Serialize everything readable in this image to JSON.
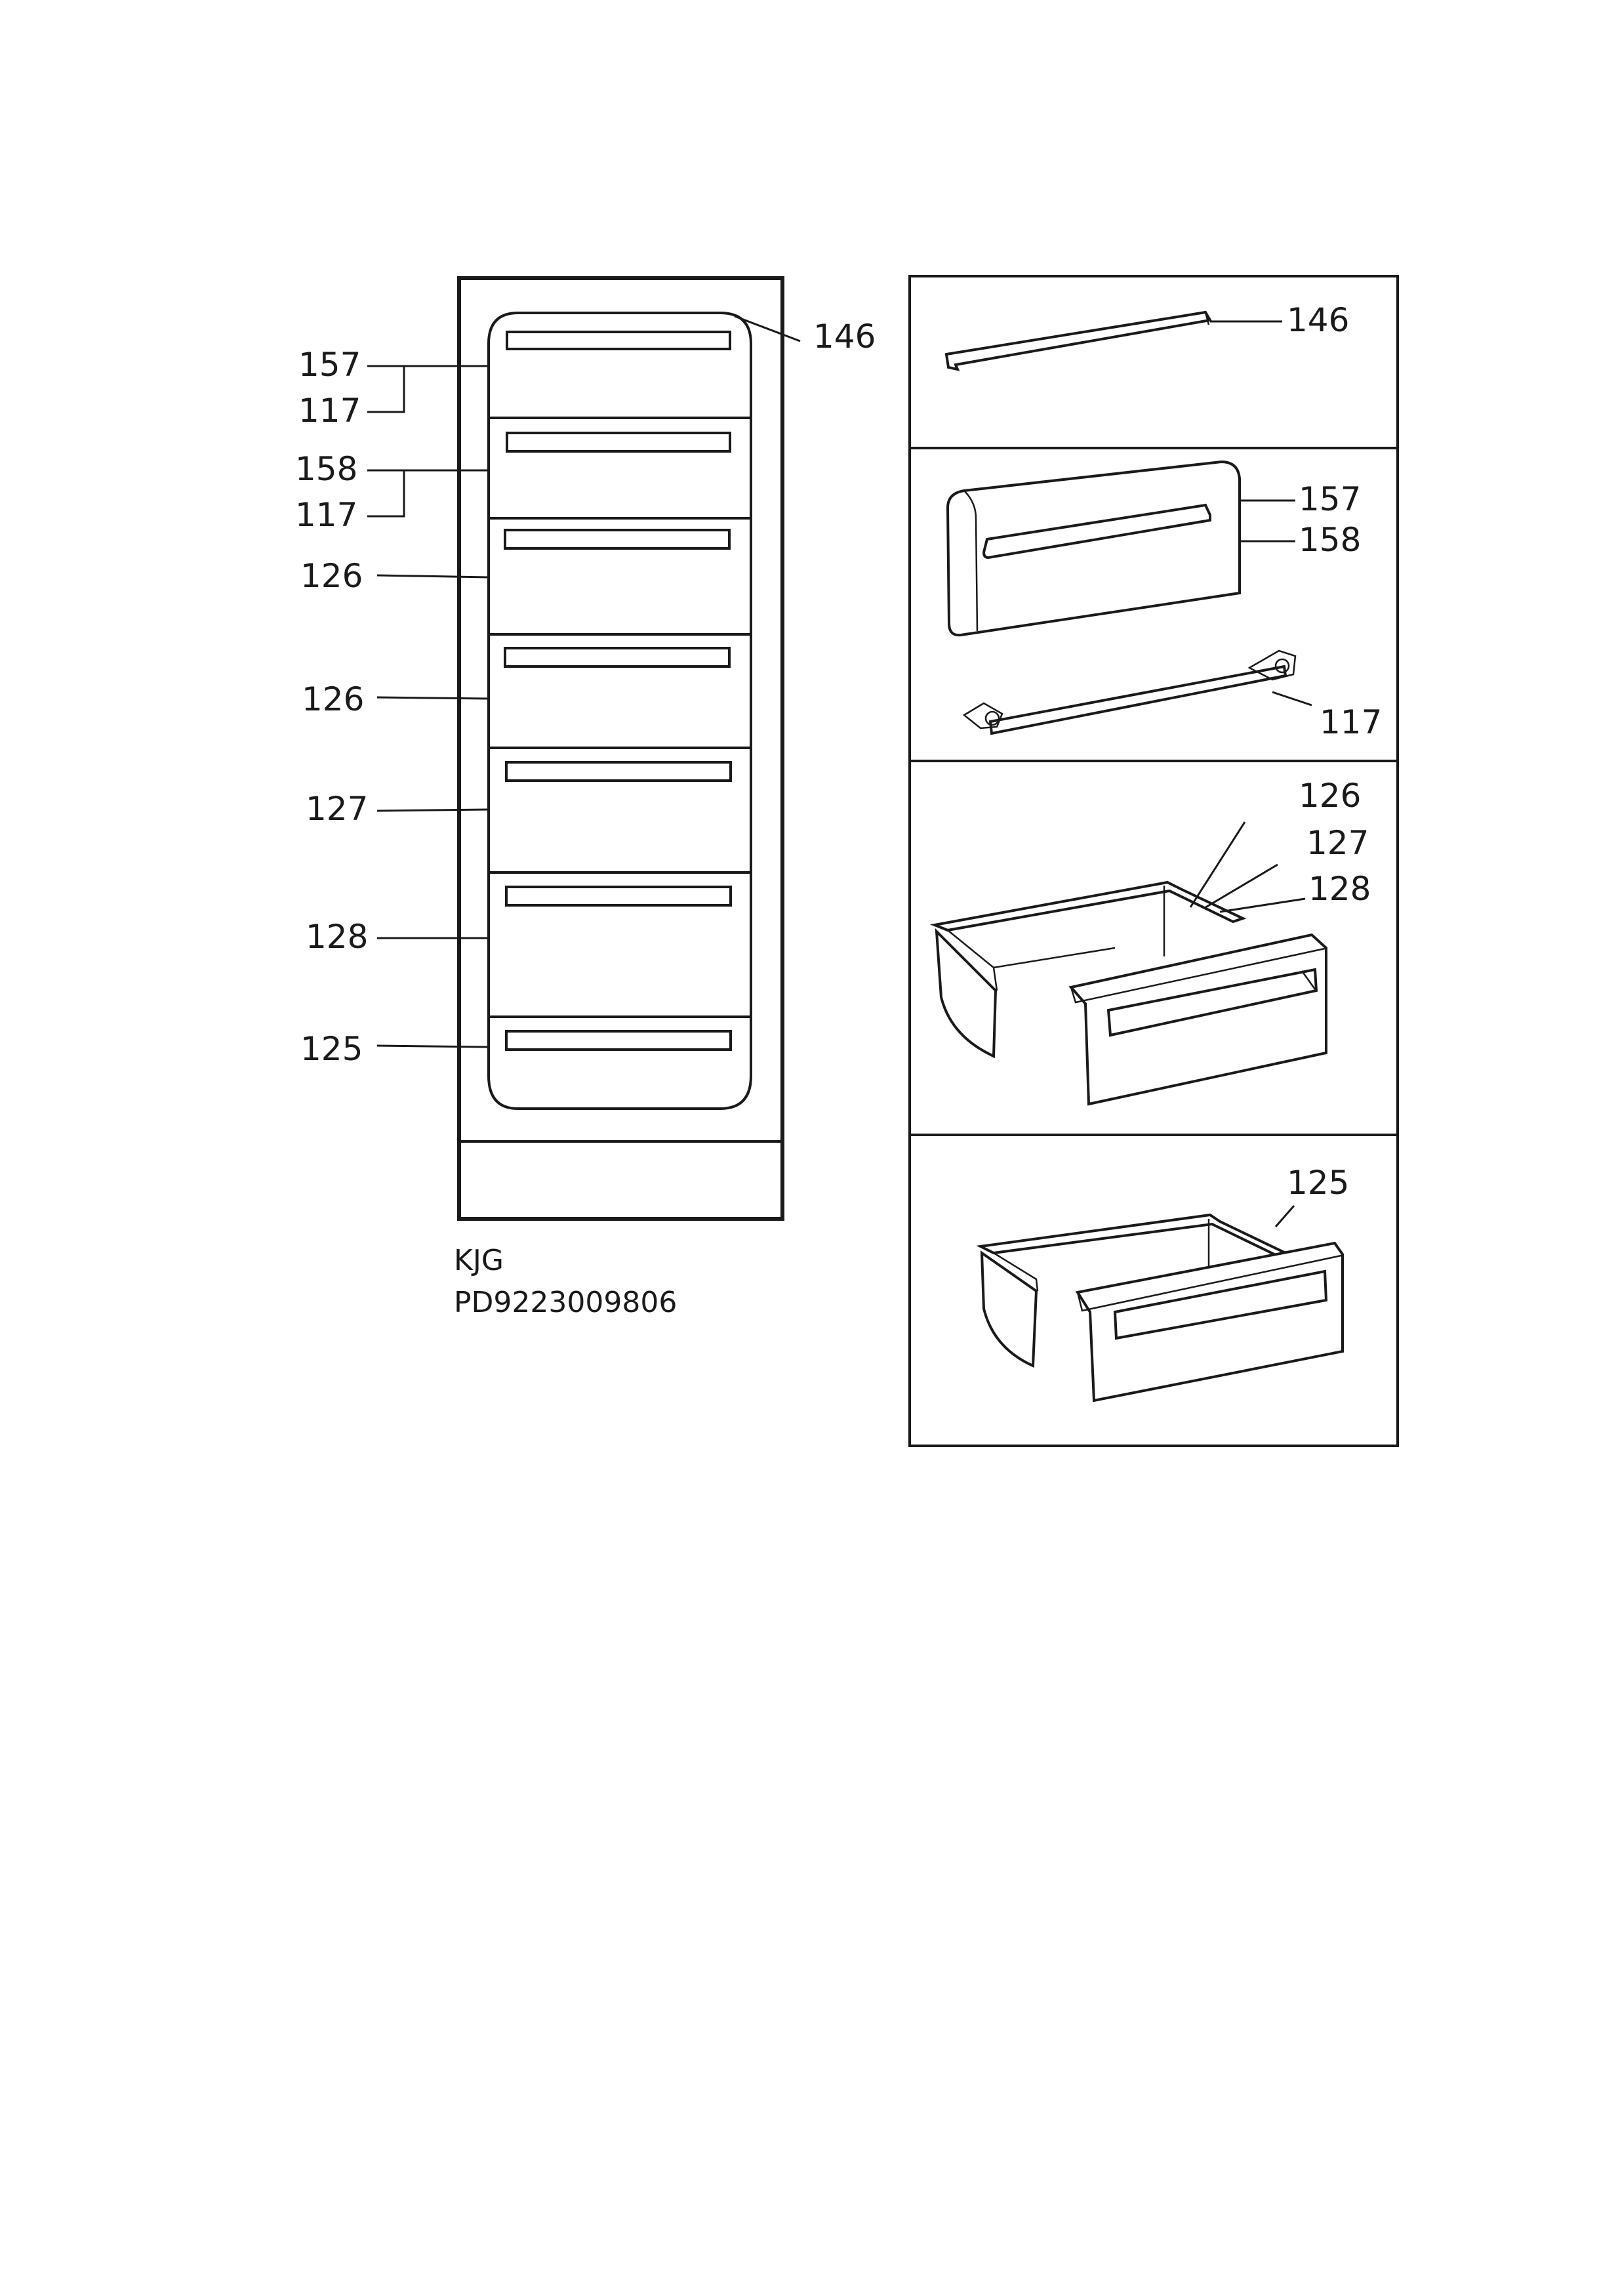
{
  "left_view": {
    "labels": {
      "l157": "157",
      "l117a": "117",
      "l158": "158",
      "l117b": "117",
      "l126a": "126",
      "l126b": "126",
      "l127": "127",
      "l128": "128",
      "l125": "125",
      "l146": "146"
    },
    "caption": {
      "model": "KJG",
      "code": "PD9223009806"
    }
  },
  "right_panels": {
    "p1_146": "146",
    "p2_157": "157",
    "p2_158": "158",
    "p2_117": "117",
    "p3_126": "126",
    "p3_127": "127",
    "p3_128": "128",
    "p4_125": "125"
  }
}
